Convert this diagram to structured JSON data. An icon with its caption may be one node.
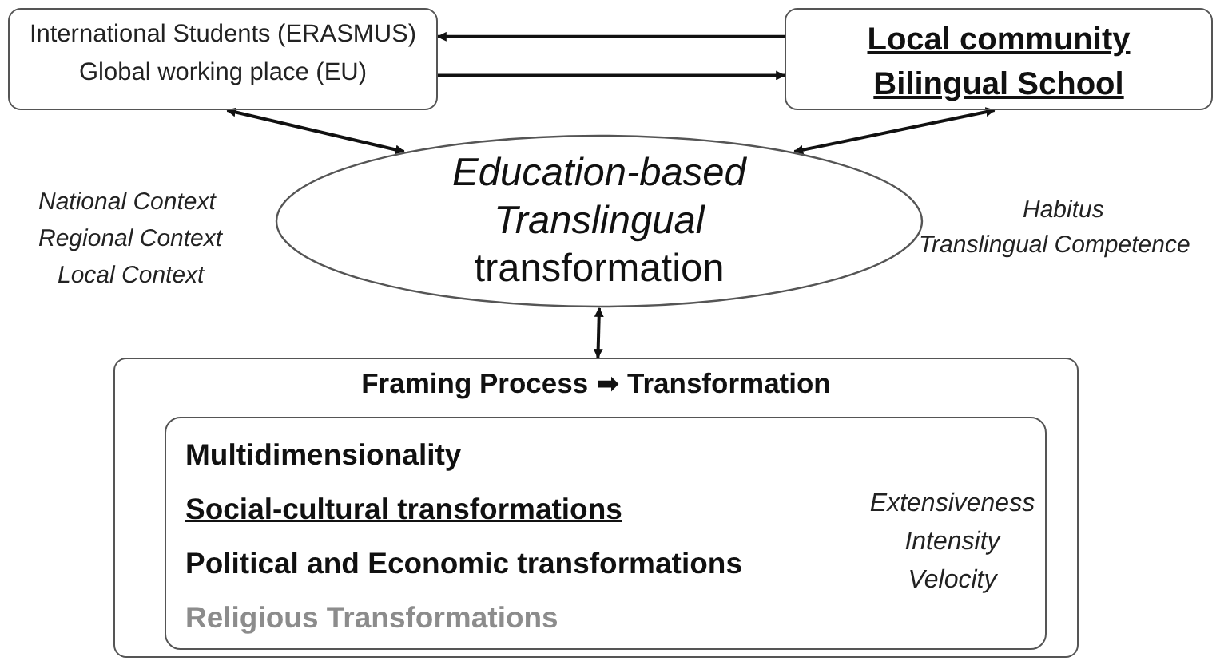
{
  "diagram": {
    "nodes": [
      {
        "text": [
          "International Students (ERASMUS)",
          "Global working place (EU)"
        ]
      },
      {
        "text": [
          "Local community",
          "Bilingual School"
        ]
      },
      {
        "text": [
          "*Education-based Translingual* transformation"
        ]
      },
      {
        "text": [
          "Framing Process ➡ Transformation"
        ]
      },
      {
        "text": [
          "Multidimensionality",
          "Social-cultural transformations",
          "Political and Economic transformations",
          "Religious Transformations",
          "Extensiveness Intensity Velocity"
        ],
        "in": 3
      }
    ],
    "edges": [
      {
        "from": 1,
        "to": 0,
        "arrow": "to"
      },
      {
        "from": 0,
        "to": 1,
        "arrow": "to"
      },
      {
        "from": 0,
        "to": 2,
        "arrow": "both"
      },
      {
        "from": 1,
        "to": 2,
        "arrow": "both"
      },
      {
        "from": 2,
        "to": 3,
        "arrow": "both"
      }
    ],
    "labels": [
      "National Context",
      "Regional Context",
      "Local Context",
      "Habitus",
      "Translingual Competence"
    ]
  }
}
